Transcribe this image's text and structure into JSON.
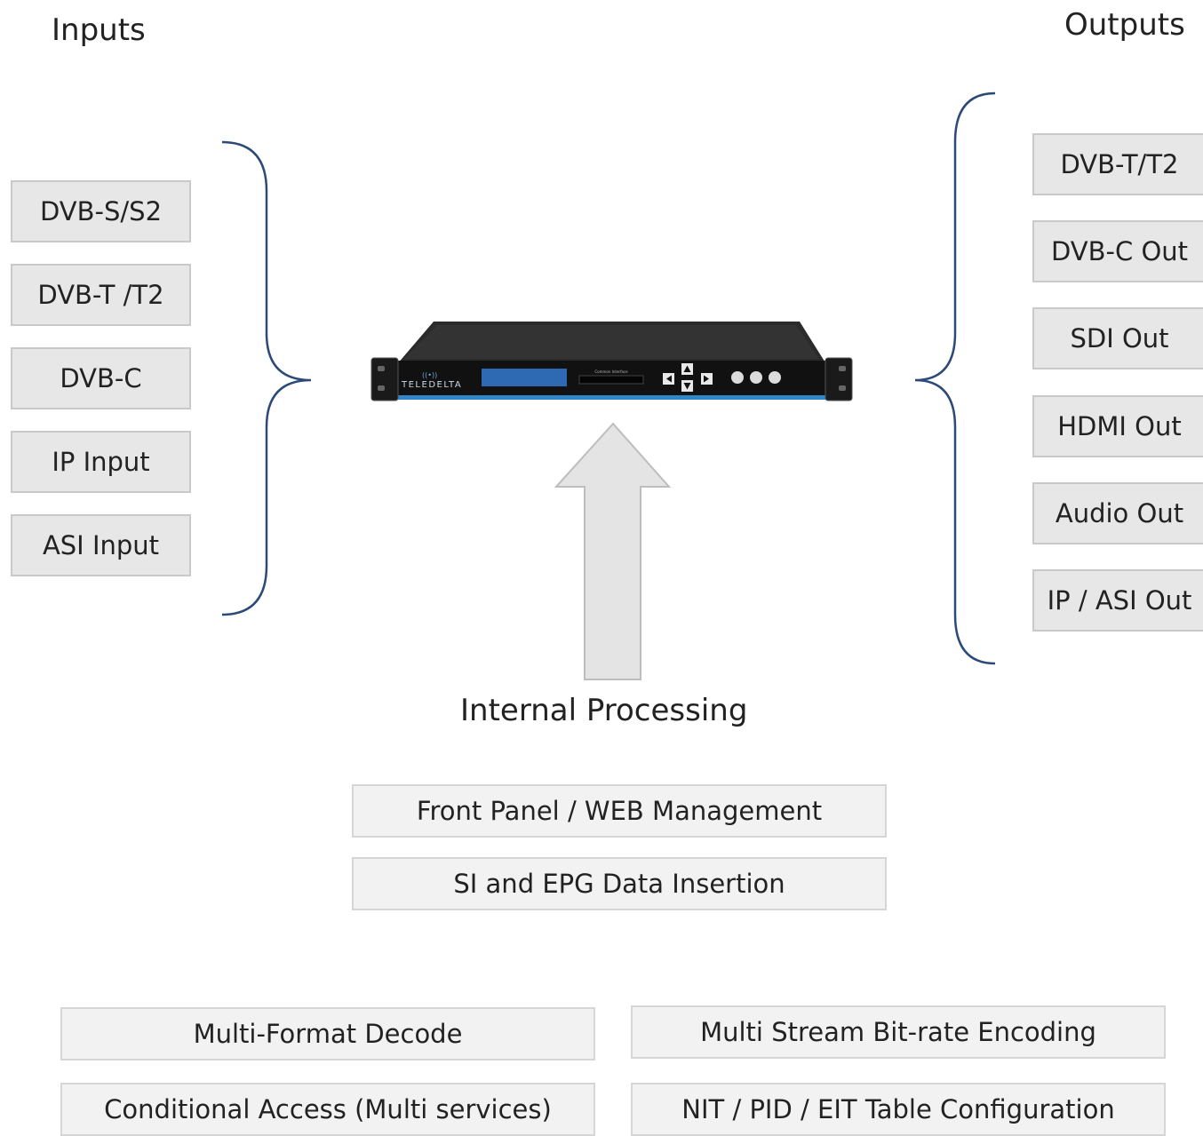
{
  "headings": {
    "inputs": "Inputs",
    "outputs": "Outputs"
  },
  "inputs": [
    "DVB-S/S2",
    "DVB-T /T2",
    "DVB-C",
    "IP Input",
    "ASI Input"
  ],
  "outputs": [
    "DVB-T/T2",
    "DVB-C Out",
    "SDI Out",
    "HDMI Out",
    "Audio Out",
    "IP / ASI Out"
  ],
  "device": {
    "brand": "TELEDELTA",
    "slot_label": "Common Interface"
  },
  "processing": {
    "caption": "Internal Processing",
    "management": [
      "Front Panel / WEB Management",
      "SI and EPG Data Insertion"
    ],
    "features": [
      "Multi-Format Decode",
      "Multi Stream Bit-rate Encoding",
      "Conditional Access (Multi services)",
      "NIT / PID / EIT Table Configuration"
    ]
  },
  "colors": {
    "bracket": "#2b4a78",
    "box_fill": "#e7e7e7",
    "box_border": "#c9c9c9",
    "arrow": "#e4e4e4",
    "device_accent": "#2f87c8"
  }
}
